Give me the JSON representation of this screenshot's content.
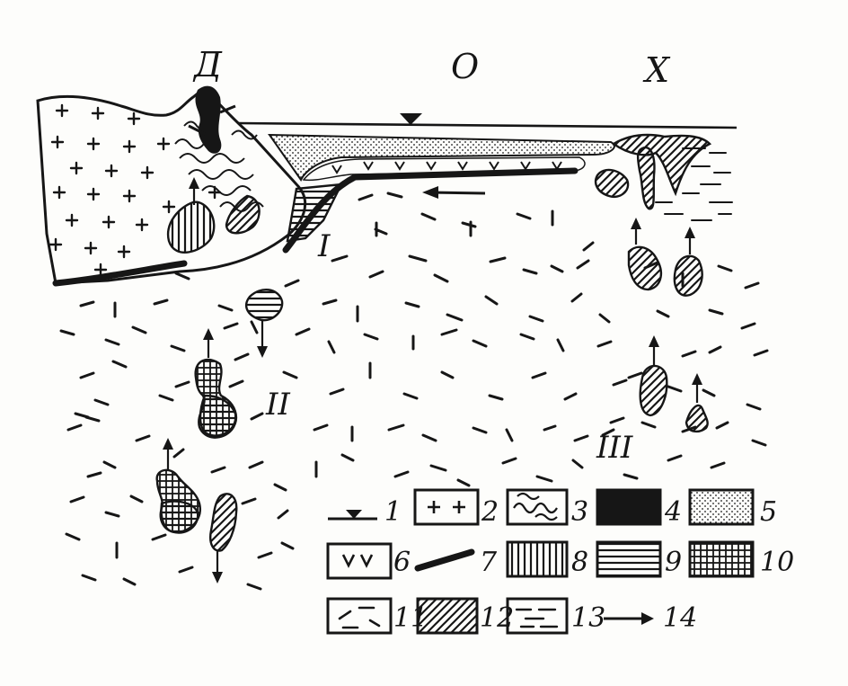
{
  "regions": [
    {
      "id": "D",
      "label": "Д"
    },
    {
      "id": "O",
      "label": "О"
    },
    {
      "id": "X",
      "label": "Х"
    }
  ],
  "zones": [
    {
      "id": "I",
      "label": "I"
    },
    {
      "id": "II",
      "label": "II"
    },
    {
      "id": "III",
      "label": "III"
    }
  ],
  "legend": {
    "items": [
      {
        "number": "1",
        "symbol": "sea-level-triangle-icon"
      },
      {
        "number": "2",
        "symbol": "crosses-pattern-icon"
      },
      {
        "number": "3",
        "symbol": "folded-wavy-pattern-icon"
      },
      {
        "number": "4",
        "symbol": "solid-black-fill-icon"
      },
      {
        "number": "5",
        "symbol": "dotted-pattern-icon"
      },
      {
        "number": "6",
        "symbol": "v-marks-pattern-icon"
      },
      {
        "number": "7",
        "symbol": "thick-line-icon"
      },
      {
        "number": "8",
        "symbol": "vertical-hatch-pattern-icon"
      },
      {
        "number": "9",
        "symbol": "horizontal-hatch-pattern-icon"
      },
      {
        "number": "10",
        "symbol": "grid-hatch-pattern-icon"
      },
      {
        "number": "11",
        "symbol": "dash-pattern-icon"
      },
      {
        "number": "12",
        "symbol": "diagonal-hatch-pattern-icon"
      },
      {
        "number": "13",
        "symbol": "short-dash-pattern-icon"
      },
      {
        "number": "14",
        "symbol": "arrow-icon"
      }
    ]
  },
  "colors": {
    "ink": "#161616",
    "paper": "#fdfdfb"
  }
}
